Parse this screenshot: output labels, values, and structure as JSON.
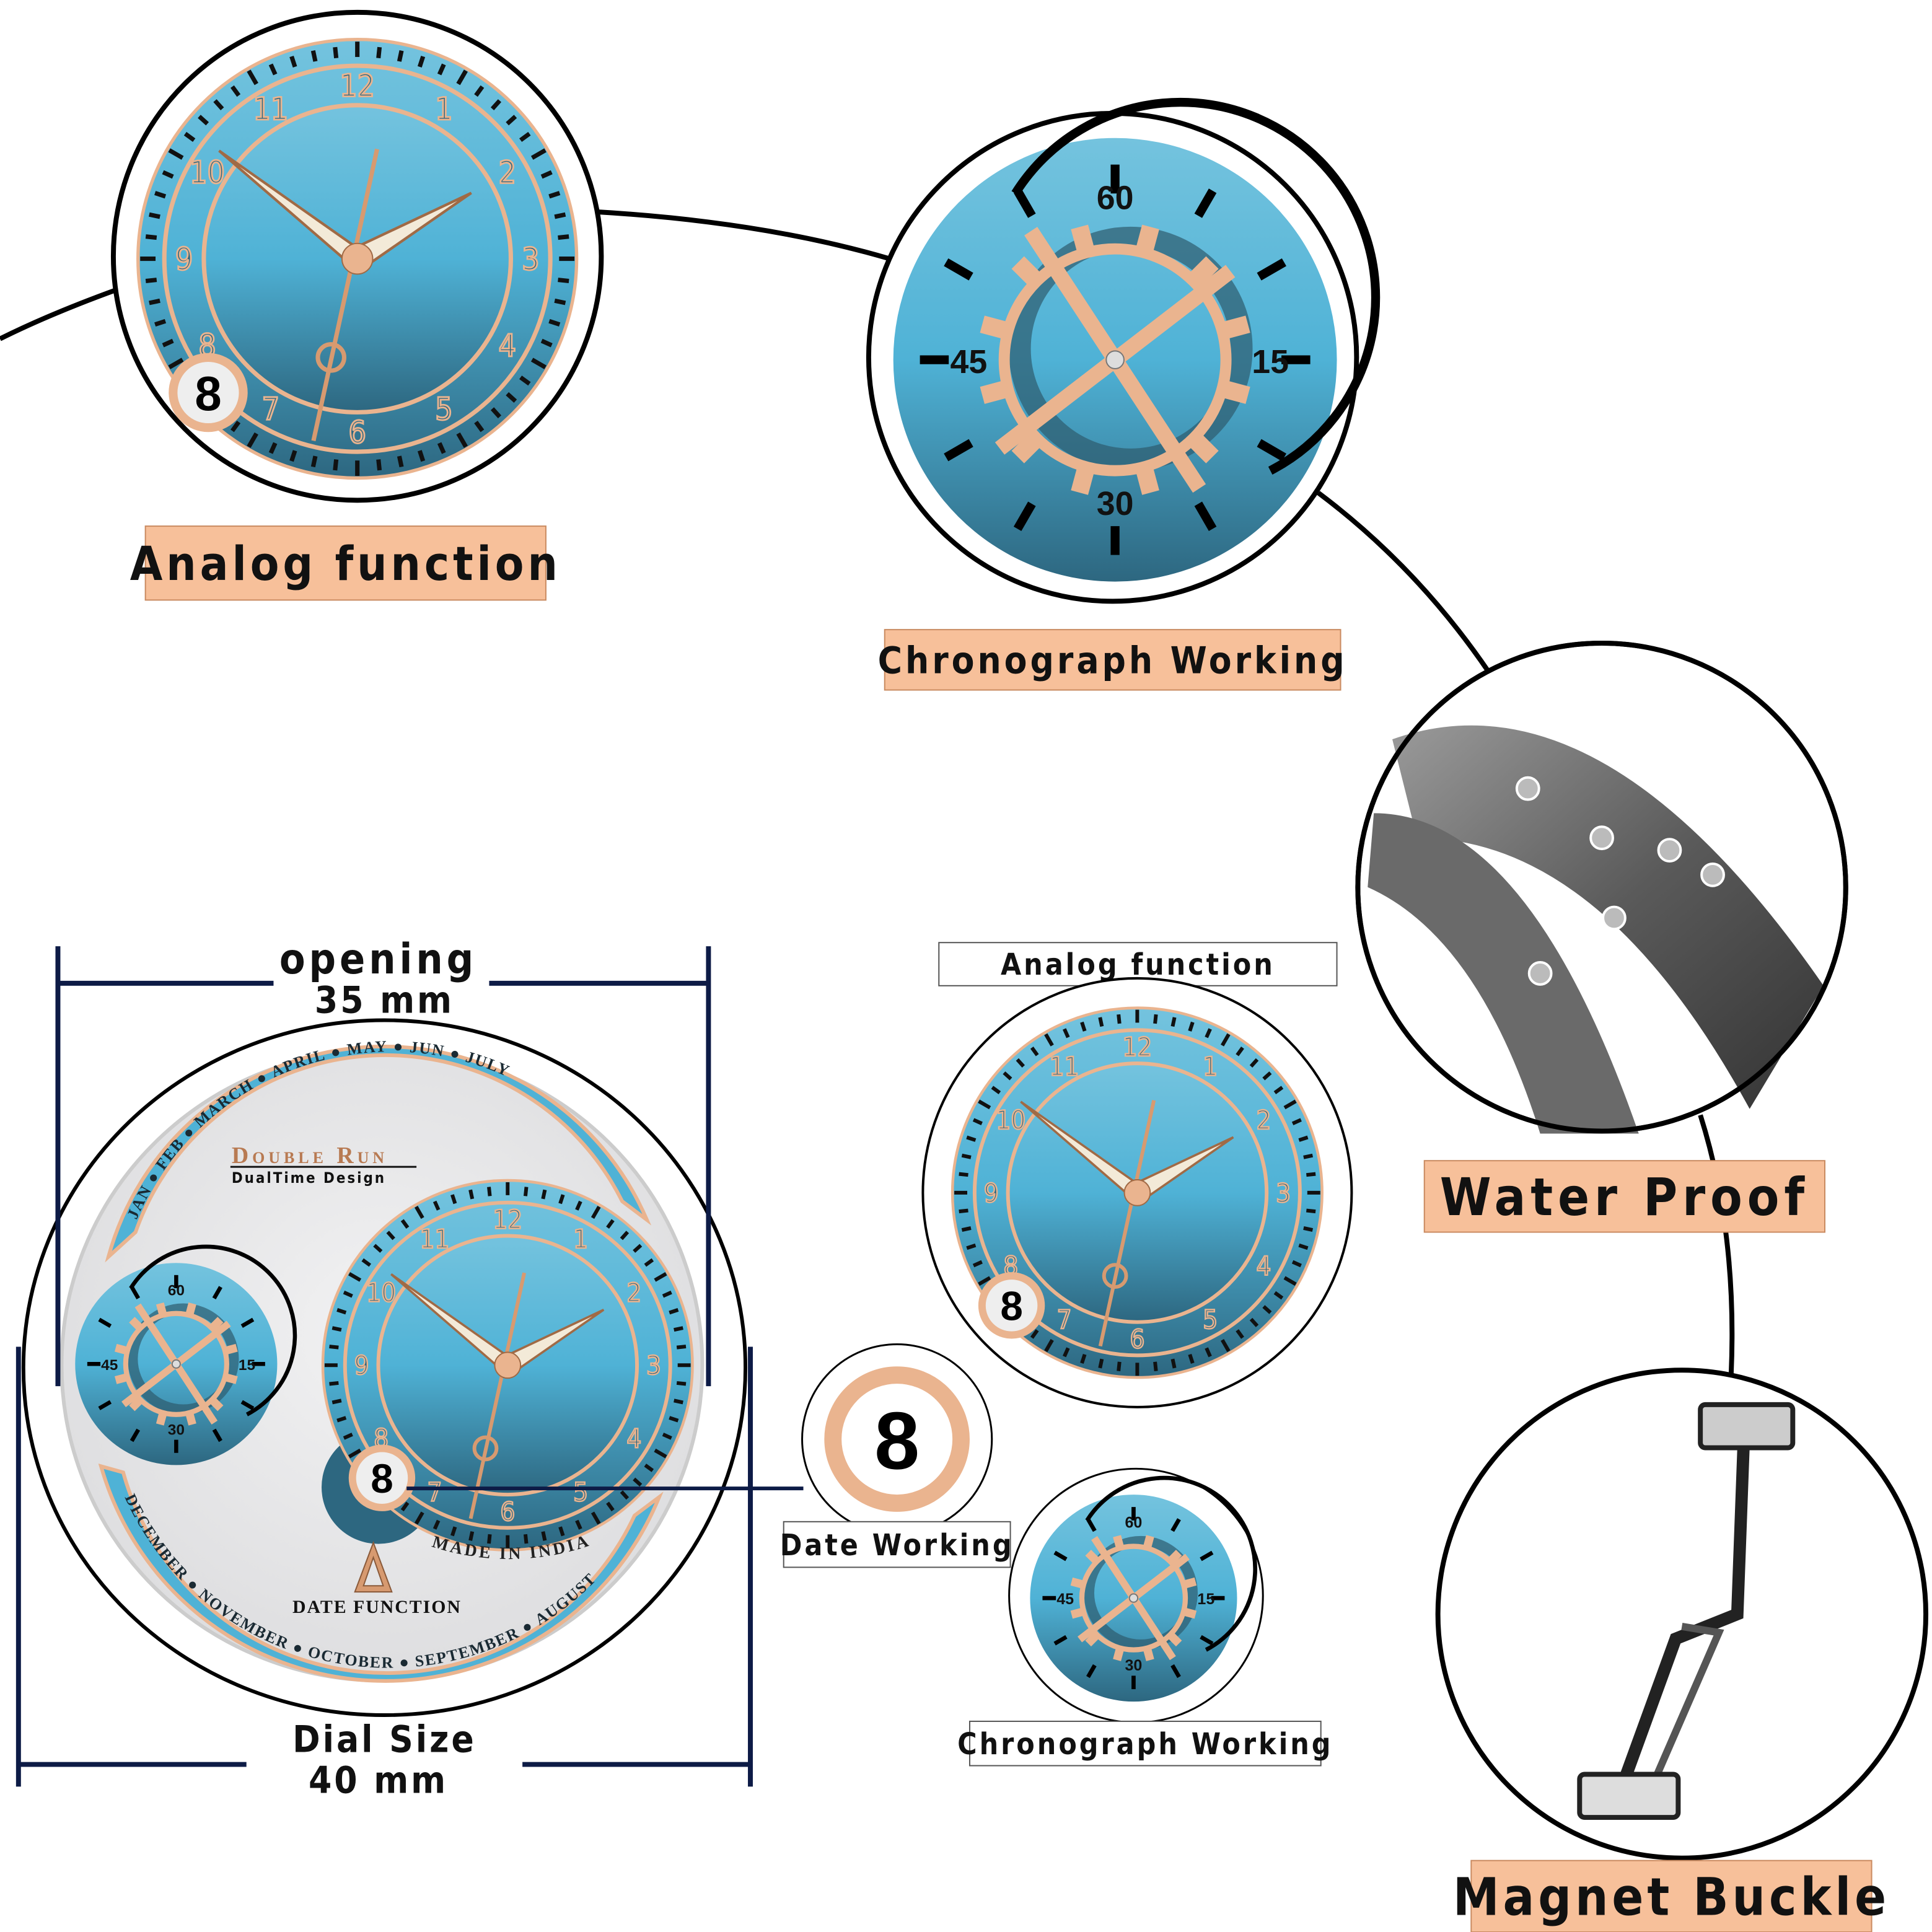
{
  "colors": {
    "dial_blue_top": "#74c3de",
    "dial_blue_mid": "#4fb2d6",
    "dial_blue_bottom": "#2d6780",
    "rose_gold": "#eab48f",
    "label_bg": "#f7c09a",
    "dimension_line": "#0d1b46",
    "silver": "#e9e9ea"
  },
  "features": {
    "analog_big": {
      "label": "Analog function"
    },
    "chrono_big": {
      "label": "Chronograph Working"
    },
    "water": {
      "label": "Water Proof"
    },
    "magnet": {
      "label": "Magnet Buckle"
    },
    "analog_small": {
      "label": "Analog function"
    },
    "date_small": {
      "label": "Date Working",
      "date": "8"
    },
    "chrono_small": {
      "label": "Chronograph Working"
    }
  },
  "analog_numerals": [
    "12",
    "1",
    "2",
    "3",
    "4",
    "5",
    "6",
    "7",
    "8",
    "9",
    "10",
    "11"
  ],
  "chrono_numerals": [
    "60",
    "15",
    "30",
    "45"
  ],
  "dial": {
    "brand": "Double Run",
    "tagline": "DualTime Design",
    "months_top": [
      "JAN",
      "FEB",
      "MARCH",
      "APRIL",
      "MAY",
      "JUN",
      "JULY"
    ],
    "months_bottom": [
      "DECEMBER",
      "NOVEMBER",
      "OCTOBER",
      "SEPTEMBER",
      "AUGUST"
    ],
    "made_in": "MADE IN INDIA",
    "date_function": "DATE FUNCTION",
    "date": "8"
  },
  "dimensions": {
    "opening": {
      "title": "opening",
      "value": "35 mm"
    },
    "dial_size": {
      "title": "Dial Size",
      "value": "40 mm"
    }
  }
}
